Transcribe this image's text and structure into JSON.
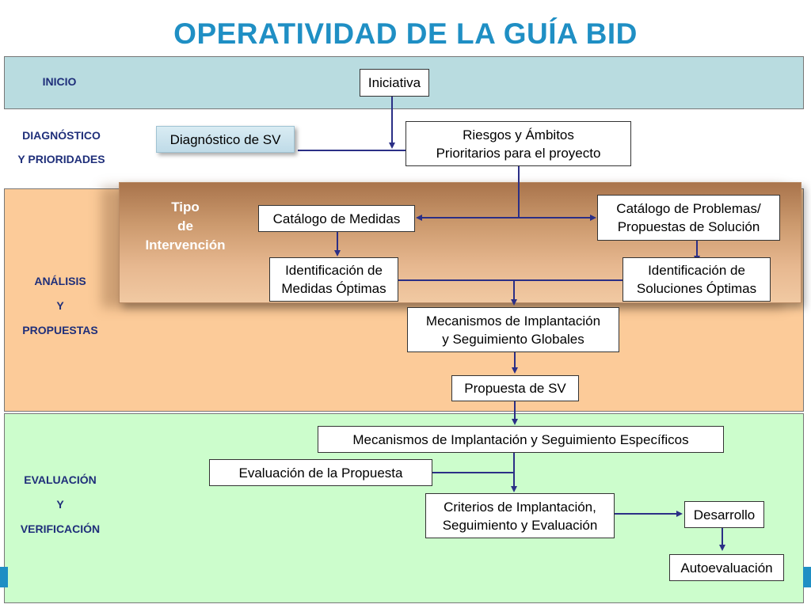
{
  "title": "OPERATIVIDAD DE LA GUÍA BID",
  "stages": {
    "inicio": "INICIO",
    "diagnostico_1": "DIAGNÓSTICO",
    "diagnostico_2": "Y PRIORIDADES",
    "analisis_1": "ANÁLISIS",
    "analisis_2": "Y",
    "analisis_3": "PROPUESTAS",
    "evaluacion_1": "EVALUACIÓN",
    "evaluacion_2": "Y",
    "evaluacion_3": "VERIFICACIÓN"
  },
  "tipo_intervencion": {
    "line1": "Tipo",
    "line2": "de",
    "line3": "Intervención"
  },
  "nodes": {
    "iniciativa": "Iniciativa",
    "diagnostico_sv": "Diagnóstico de SV",
    "riesgos_1": "Riesgos y Ámbitos",
    "riesgos_2": "Prioritarios para el proyecto",
    "catalogo_medidas": "Catálogo de Medidas",
    "catalogo_problemas_1": "Catálogo de Problemas/",
    "catalogo_problemas_2": "Propuestas de Solución",
    "ident_medidas_1": "Identificación de",
    "ident_medidas_2": "Medidas Óptimas",
    "ident_soluciones_1": "Identificación de",
    "ident_soluciones_2": "Soluciones Óptimas",
    "mecanismos_globales_1": "Mecanismos de Implantación",
    "mecanismos_globales_2": "y Seguimiento Globales",
    "propuesta_sv": "Propuesta de SV",
    "mecanismos_especificos": "Mecanismos de Implantación y Seguimiento Específicos",
    "evaluacion_propuesta": "Evaluación de la Propuesta",
    "criterios_1": "Criterios de Implantación,",
    "criterios_2": "Seguimiento y Evaluación",
    "desarrollo": "Desarrollo",
    "autoevaluacion": "Autoevaluación"
  },
  "colors": {
    "title": "#1f8fc4",
    "stage_text": "#1f2f7a",
    "arrow": "#2b2f86",
    "inicio_band": "#b9dce0",
    "analisis_band": "#fccb99",
    "evaluacion_band": "#ccfdcc"
  }
}
